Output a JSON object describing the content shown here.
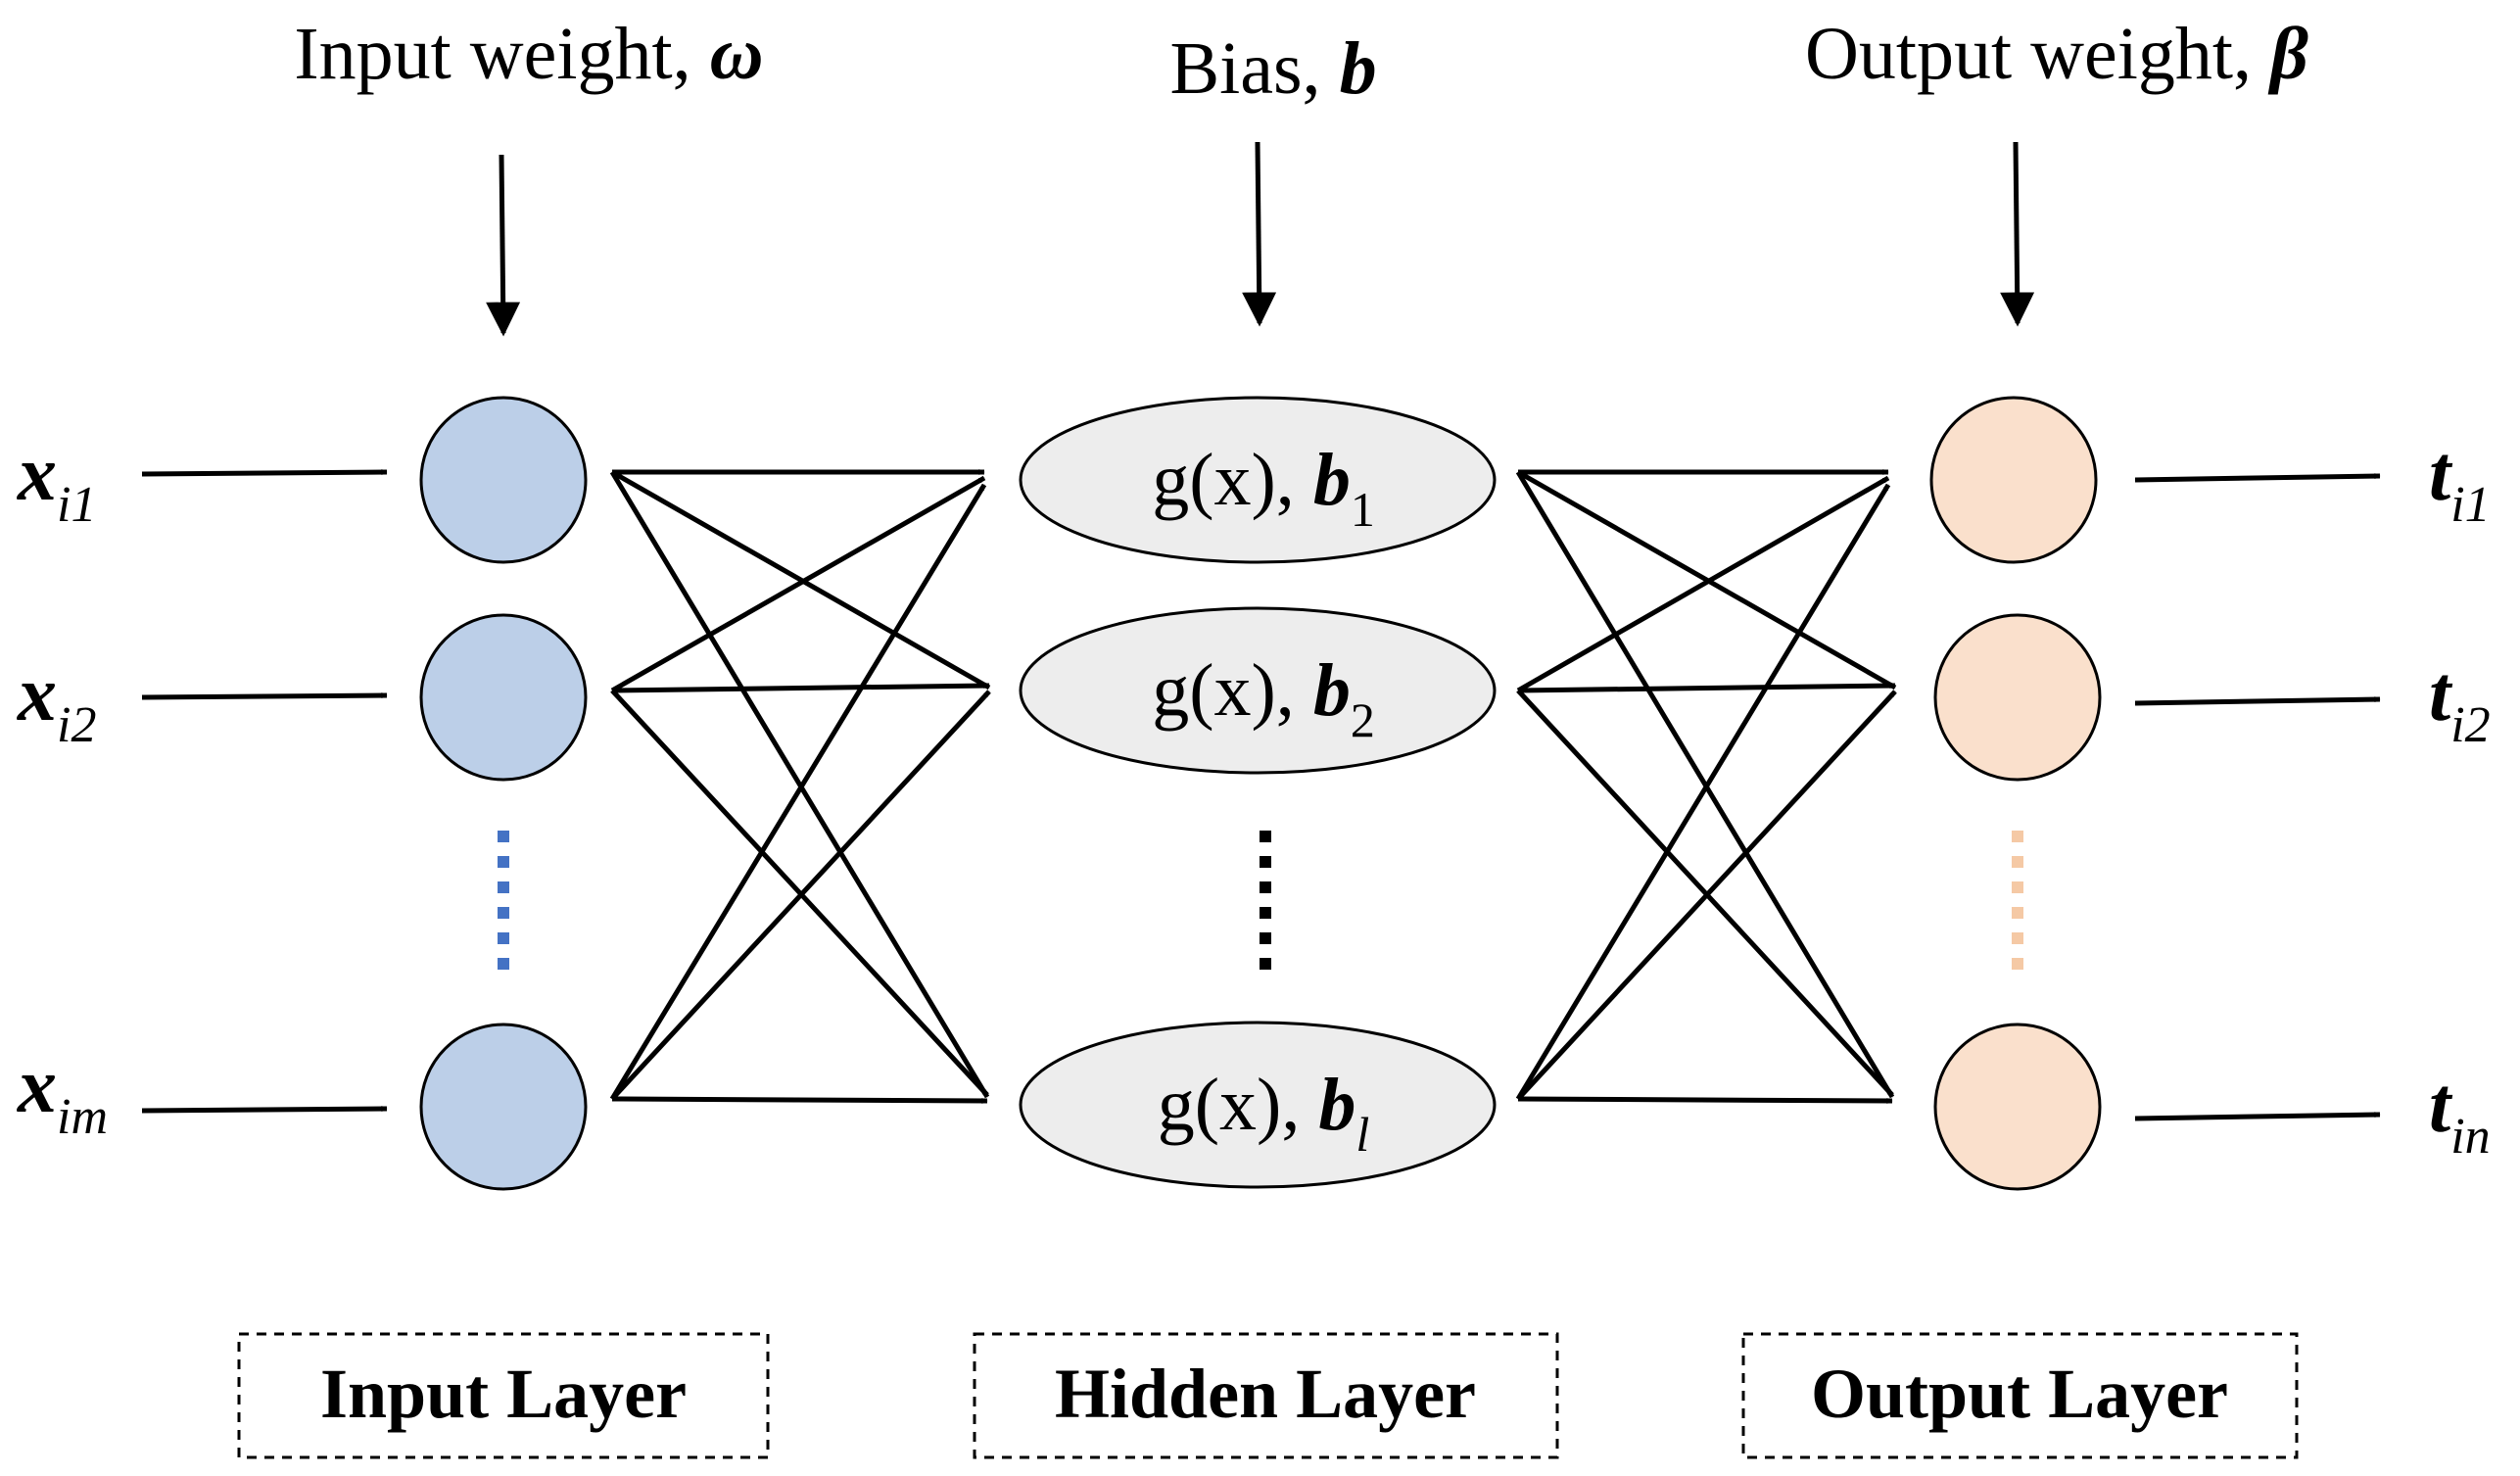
{
  "top_labels": {
    "input_weight": {
      "text": "Input weight, ",
      "symbol": "ω"
    },
    "bias": {
      "text": "Bias, ",
      "symbol": "b"
    },
    "output_weight": {
      "text": "Output weight, ",
      "symbol": "β"
    }
  },
  "inputs": [
    {
      "var": "x",
      "sub": "i1"
    },
    {
      "var": "x",
      "sub": "i2"
    },
    {
      "var": "x",
      "sub": "im"
    }
  ],
  "hidden": [
    {
      "func": "g(x), ",
      "var": "b",
      "sub": "1"
    },
    {
      "func": "g(x), ",
      "var": "b",
      "sub": "2"
    },
    {
      "func": "g(x), ",
      "var": "b",
      "sub": "l"
    }
  ],
  "outputs": [
    {
      "var": "t",
      "sub": "i1"
    },
    {
      "var": "t",
      "sub": "i2"
    },
    {
      "var": "t",
      "sub": "in"
    }
  ],
  "layer_labels": {
    "input": "Input Layer",
    "hidden": "Hidden Layer",
    "output": "Output Layer"
  },
  "colors": {
    "input_node": "#bccfe8",
    "hidden_node": "#ededed",
    "output_node": "#fae0cc",
    "input_dots": "#4472c4",
    "hidden_dots": "#000000",
    "output_dots": "#f5c9a5"
  }
}
